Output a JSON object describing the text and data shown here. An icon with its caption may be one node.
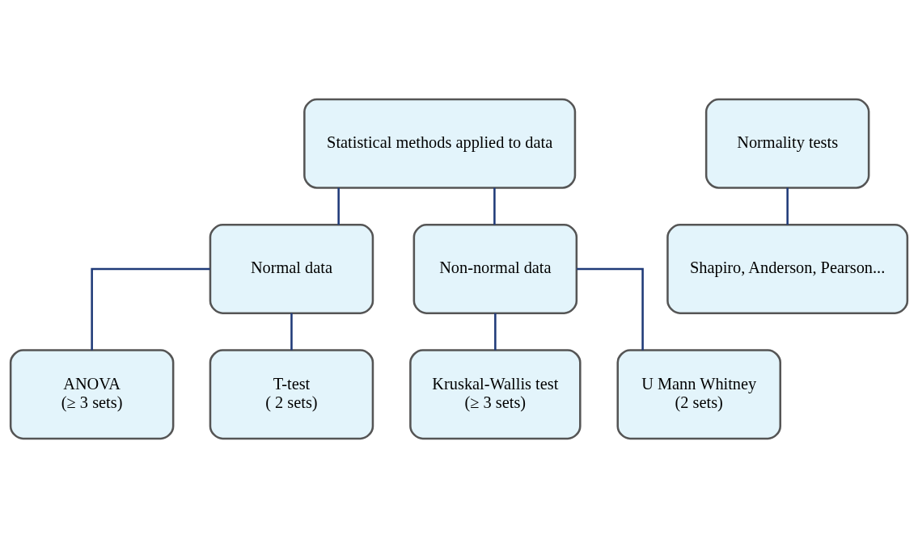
{
  "diagram": {
    "nodes": [
      {
        "text": [
          "Statistical methods applied to data"
        ]
      },
      {
        "text": [
          "Normality tests"
        ]
      },
      {
        "text": [
          "Normal data"
        ]
      },
      {
        "text": [
          "Non-normal data"
        ]
      },
      {
        "text": [
          "Shapiro, Anderson, Pearson..."
        ]
      },
      {
        "text": [
          "ANOVA",
          "(≥ 3 sets)"
        ]
      },
      {
        "text": [
          "T-test",
          "( 2 sets)"
        ]
      },
      {
        "text": [
          "Kruskal-Wallis test",
          "(≥ 3 sets)"
        ]
      },
      {
        "text": [
          "U Mann Whitney",
          "(2 sets)"
        ]
      }
    ],
    "edges": [
      {
        "from": 0,
        "to": 2,
        "arrow": "none"
      },
      {
        "from": 0,
        "to": 3,
        "arrow": "none"
      },
      {
        "from": 1,
        "to": 4,
        "arrow": "none"
      },
      {
        "from": 2,
        "to": 5,
        "arrow": "none"
      },
      {
        "from": 2,
        "to": 6,
        "arrow": "none"
      },
      {
        "from": 3,
        "to": 7,
        "arrow": "none"
      },
      {
        "from": 3,
        "to": 8,
        "arrow": "none"
      }
    ]
  }
}
